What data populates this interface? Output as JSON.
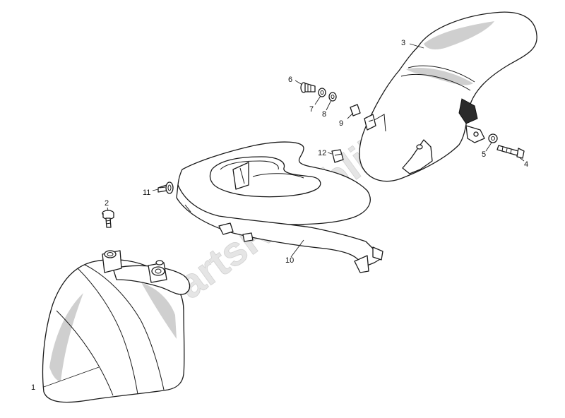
{
  "diagram": {
    "callouts": [
      {
        "id": "callout-1",
        "label": "1"
      },
      {
        "id": "callout-2",
        "label": "2"
      },
      {
        "id": "callout-3",
        "label": "3"
      },
      {
        "id": "callout-4",
        "label": "4"
      },
      {
        "id": "callout-5",
        "label": "5"
      },
      {
        "id": "callout-6",
        "label": "6"
      },
      {
        "id": "callout-7",
        "label": "7"
      },
      {
        "id": "callout-8",
        "label": "8"
      },
      {
        "id": "callout-9",
        "label": "9"
      },
      {
        "id": "callout-10",
        "label": "10"
      },
      {
        "id": "callout-11",
        "label": "11"
      },
      {
        "id": "callout-12",
        "label": "12"
      }
    ],
    "watermark": "PartsRepublik"
  }
}
